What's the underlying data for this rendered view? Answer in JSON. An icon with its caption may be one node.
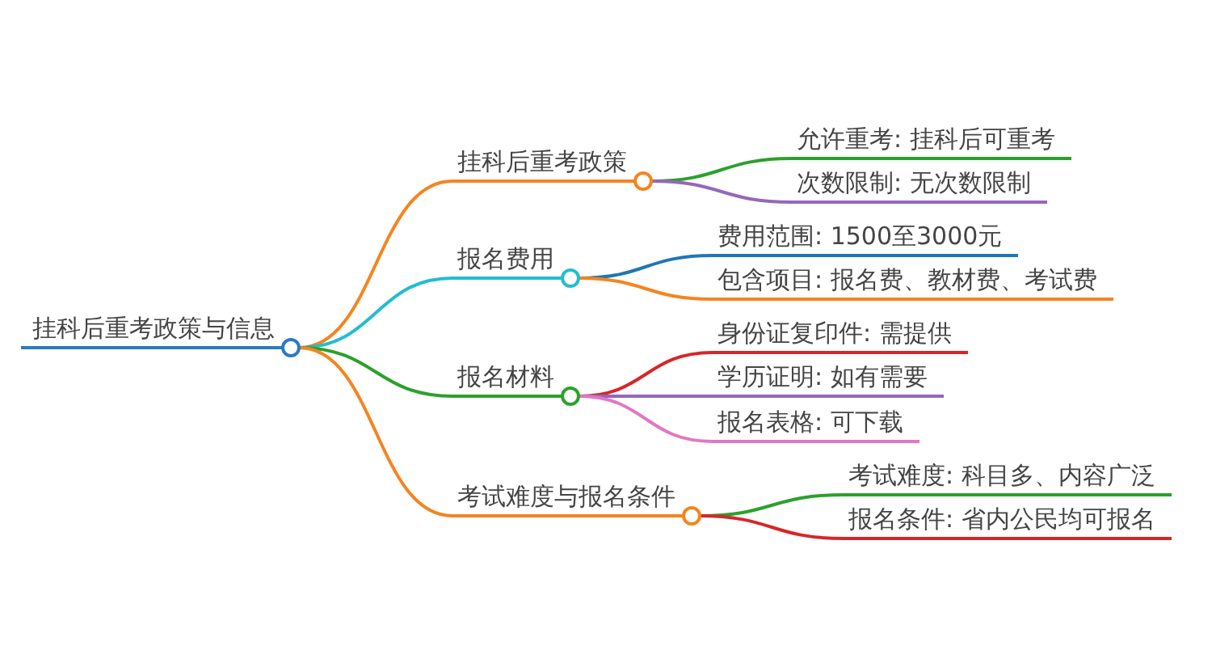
{
  "diagram": {
    "nodes": [
      {
        "text": [
          "挂科后重考政策与信息"
        ]
      },
      {
        "text": [
          "挂科后重考政策"
        ]
      },
      {
        "text": [
          "报名费用"
        ]
      },
      {
        "text": [
          "报名材料"
        ]
      },
      {
        "text": [
          "考试难度与报名条件"
        ]
      },
      {
        "text": [
          "允许重考: 挂科后可重考"
        ]
      },
      {
        "text": [
          "次数限制: 无次数限制"
        ]
      },
      {
        "text": [
          "费用范围: 1500至3000元"
        ]
      },
      {
        "text": [
          "包含项目: 报名费、教材费、考试费"
        ]
      },
      {
        "text": [
          "身份证复印件: 需提供"
        ]
      },
      {
        "text": [
          "学历证明: 如有需要"
        ]
      },
      {
        "text": [
          "报名表格: 可下载"
        ]
      },
      {
        "text": [
          "考试难度: 科目多、内容广泛"
        ]
      },
      {
        "text": [
          "报名条件: 省内公民均可报名"
        ]
      }
    ],
    "edges": [
      {
        "from": 0,
        "to": 1,
        "arrow": "none",
        "color": "#f5841f"
      },
      {
        "from": 0,
        "to": 2,
        "arrow": "none",
        "color": "#22bdd1"
      },
      {
        "from": 0,
        "to": 3,
        "arrow": "none",
        "color": "#2ca02c"
      },
      {
        "from": 0,
        "to": 4,
        "arrow": "none",
        "color": "#f5841f"
      },
      {
        "from": 1,
        "to": 5,
        "arrow": "none",
        "color": "#2ca02c"
      },
      {
        "from": 1,
        "to": 6,
        "arrow": "none",
        "color": "#9467bd"
      },
      {
        "from": 2,
        "to": 7,
        "arrow": "none",
        "color": "#1f77b4"
      },
      {
        "from": 2,
        "to": 8,
        "arrow": "none",
        "color": "#f5841f"
      },
      {
        "from": 3,
        "to": 9,
        "arrow": "none",
        "color": "#d62728"
      },
      {
        "from": 3,
        "to": 10,
        "arrow": "none",
        "color": "#9467bd"
      },
      {
        "from": 3,
        "to": 11,
        "arrow": "none",
        "color": "#e377c2"
      },
      {
        "from": 4,
        "to": 12,
        "arrow": "none",
        "color": "#2ca02c"
      },
      {
        "from": 4,
        "to": 13,
        "arrow": "none",
        "color": "#d62728"
      }
    ]
  }
}
